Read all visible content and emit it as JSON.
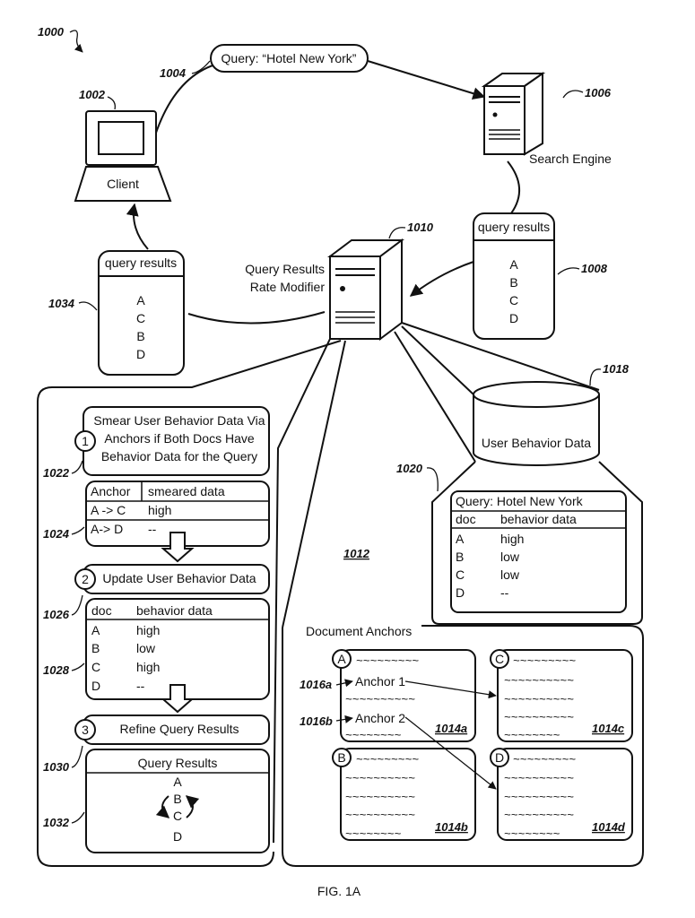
{
  "refs": {
    "fig": "1000",
    "client": "1002",
    "query": "1004",
    "search_engine": "1006",
    "query_results": "1008",
    "modifier": "1010",
    "zoom": "1012",
    "anchor1": "1016a",
    "anchor2": "1016b",
    "doc_a": "1014a",
    "doc_b": "1014b",
    "doc_c": "1014c",
    "doc_d": "1014d",
    "user_behavior_data": "1018",
    "behavior_table": "1020",
    "step1": "1022",
    "smear_table": "1024",
    "step2": "1026",
    "update_table": "1028",
    "step3": "1030",
    "final_results": "1032",
    "client_results": "1034"
  },
  "query_label": "Query: “Hotel New York”",
  "client_label": "Client",
  "search_engine_label": "Search Engine",
  "modifier_label_1": "Query Results",
  "modifier_label_2": "Rate Modifier",
  "query_results_box": {
    "title": "query results",
    "items": [
      "A",
      "B",
      "C",
      "D"
    ]
  },
  "client_results_box": {
    "title": "query results",
    "items": [
      "A",
      "C",
      "B",
      "D"
    ]
  },
  "db_label": "User Behavior Data",
  "behavior_table": {
    "title": "Query: Hotel New York",
    "headers": [
      "doc",
      "behavior data"
    ],
    "rows": [
      [
        "A",
        "high"
      ],
      [
        "B",
        "low"
      ],
      [
        "C",
        "low"
      ],
      [
        "D",
        "--"
      ]
    ]
  },
  "doc_anchors_title": "Document Anchors",
  "docs": {
    "a_letter": "A",
    "b_letter": "B",
    "c_letter": "C",
    "d_letter": "D",
    "anchor1_label": "Anchor 1",
    "anchor2_label": "Anchor 2"
  },
  "steps": {
    "n1": "1",
    "n2": "2",
    "n3": "3",
    "step1_lines": [
      "Smear User Behavior Data Via",
      "Anchors if Both Docs Have",
      "Behavior Data for the Query"
    ],
    "smear_table": {
      "headers": [
        "Anchor",
        "smeared data"
      ],
      "rows": [
        [
          "A -> C",
          "high"
        ],
        [
          "A-> D",
          "--"
        ]
      ]
    },
    "step2_label": "Update User Behavior Data",
    "update_table": {
      "headers": [
        "doc",
        "behavior data"
      ],
      "rows": [
        [
          "A",
          "high"
        ],
        [
          "B",
          "low"
        ],
        [
          "C",
          "high"
        ],
        [
          "D",
          "--"
        ]
      ]
    },
    "step3_label": "Refine Query Results",
    "final_title": "Query Results",
    "final_items": [
      "A",
      "B",
      "C",
      "D"
    ]
  },
  "caption": "FIG. 1A"
}
